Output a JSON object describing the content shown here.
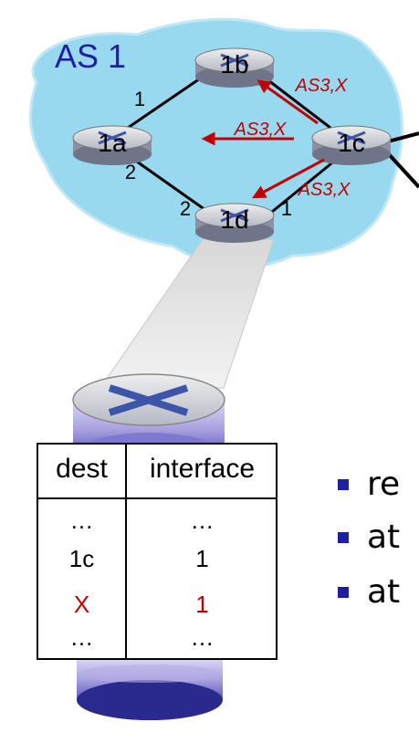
{
  "title": "AS 1",
  "routers": {
    "r1a": "1a",
    "r1b": "1b",
    "r1c": "1c",
    "r1d": "1d"
  },
  "interfaces": {
    "a_top": "1",
    "a_bottom": "2",
    "d_left": "2",
    "d_right": "1"
  },
  "messages": {
    "to_1b": "AS3,X",
    "to_1a": "AS3,X",
    "to_1d": "AS3,X"
  },
  "table": {
    "headers": [
      "dest",
      "interface"
    ],
    "rows": [
      {
        "dest": "…",
        "interface": "…"
      },
      {
        "dest": "1c",
        "interface": "1"
      },
      {
        "dest": "X",
        "interface": "1"
      },
      {
        "dest": "…",
        "interface": "…"
      }
    ]
  },
  "bullets": [
    "re",
    "at",
    "at"
  ],
  "colors": {
    "as_cloud": "#99d9f0",
    "router_body": "#a6aab8",
    "arrow": "#c00000",
    "title": "#1f1fa3",
    "bullet": "#1f1fa3"
  }
}
